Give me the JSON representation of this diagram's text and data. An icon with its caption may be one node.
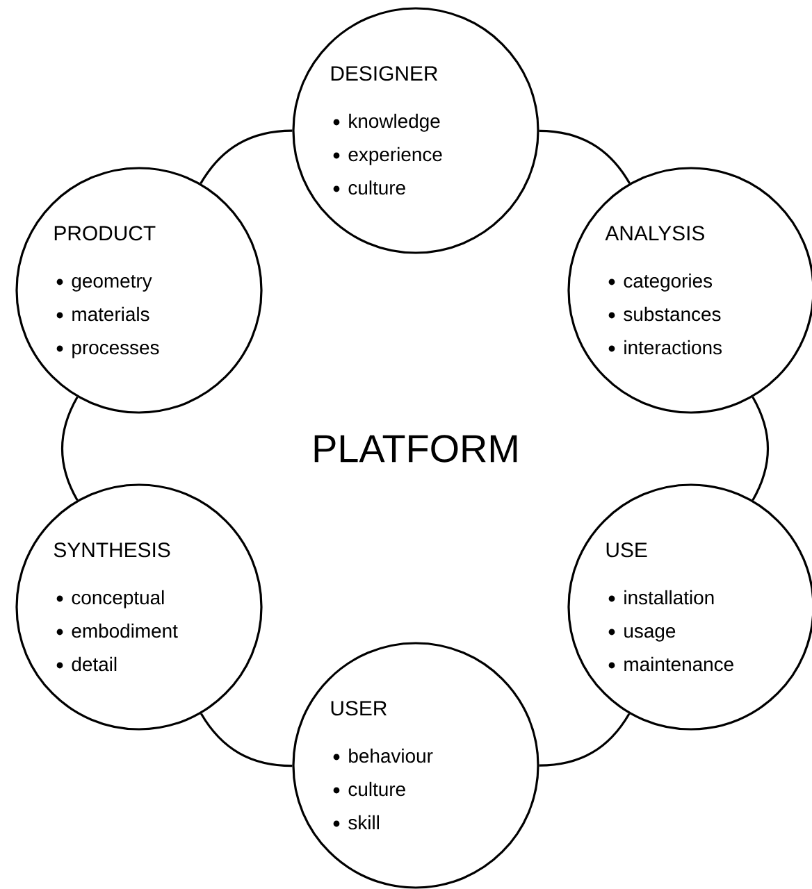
{
  "diagram": {
    "nodes": [
      {
        "text": [
          "DESIGNER",
          "knowledge",
          "experience",
          "culture"
        ]
      },
      {
        "text": [
          "ANALYSIS",
          "categories",
          "substances",
          "interactions"
        ]
      },
      {
        "text": [
          "USE",
          "installation",
          "usage",
          "maintenance"
        ]
      },
      {
        "text": [
          "USER",
          "behaviour",
          "culture",
          "skill"
        ]
      },
      {
        "text": [
          "SYNTHESIS",
          "conceptual",
          "embodiment",
          "detail"
        ]
      },
      {
        "text": [
          "PRODUCT",
          "geometry",
          "materials",
          "processes"
        ]
      }
    ],
    "edges": [
      {
        "from": 0,
        "to": 1,
        "arrow": "none"
      },
      {
        "from": 1,
        "to": 2,
        "arrow": "none"
      },
      {
        "from": 2,
        "to": 3,
        "arrow": "none"
      },
      {
        "from": 3,
        "to": 4,
        "arrow": "none"
      },
      {
        "from": 4,
        "to": 5,
        "arrow": "none"
      },
      {
        "from": 5,
        "to": 0,
        "arrow": "none"
      }
    ],
    "labels": [
      "PLATFORM"
    ]
  }
}
